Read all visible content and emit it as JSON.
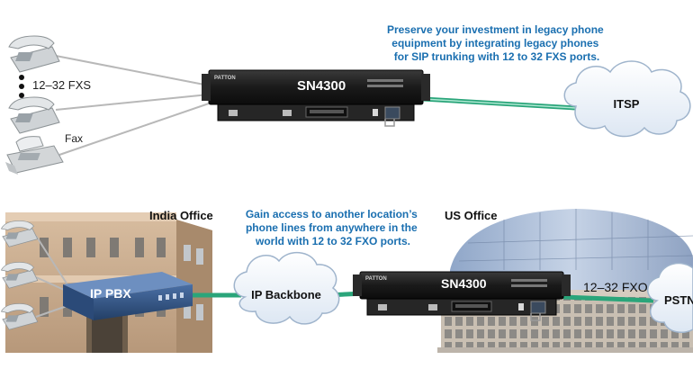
{
  "top": {
    "caption_lines": [
      "Preserve your investment in legacy phone",
      "equipment by integrating legacy phones",
      "for SIP trunking with 12 to 32 FXS ports."
    ],
    "fxs_label": "12–32 FXS",
    "fax_label": "Fax",
    "device_label": "SN4300",
    "brand": "PATTON",
    "cloud_label": "ITSP"
  },
  "bottom": {
    "caption_lines": [
      "Gain access to another location’s",
      "phone lines from anywhere in the",
      "world with 12 to 32 FXO ports."
    ],
    "india_label": "India Office",
    "us_label": "US Office",
    "pbx_label": "IP PBX",
    "backbone_label": "IP Backbone",
    "device_label": "SN4300",
    "brand": "PATTON",
    "fxo_label": "12–32 FXO",
    "pstn_label": "PSTN"
  },
  "colors": {
    "caption": "#1a6fb0",
    "link_green": "#2aa57a",
    "device_dark": "#1c1c1c",
    "cloud_fill": "#eef3fa",
    "cloud_edge": "#9fb4cc",
    "pbx_blue": "#2f4f7f",
    "brick": "#c7a88a"
  },
  "icons": [
    "phone-icon",
    "fax-icon",
    "cloud-icon",
    "router-icon",
    "building-icon",
    "stadium-building-icon"
  ]
}
